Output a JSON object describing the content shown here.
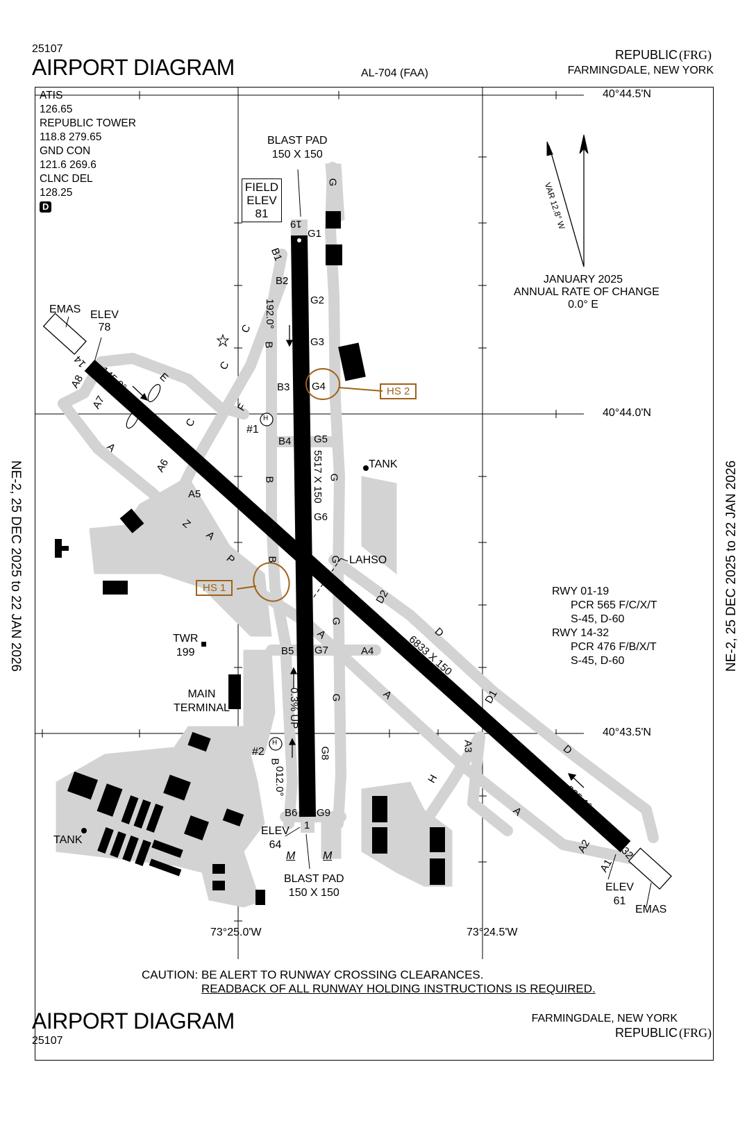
{
  "header": {
    "chart_number": "25107",
    "title": "AIRPORT DIAGRAM",
    "procedure_id": "AL-704 (FAA)",
    "airport_name": "REPUBLIC",
    "airport_id": "(FRG)",
    "location": "FARMINGDALE, NEW YORK"
  },
  "footer": {
    "title": "AIRPORT DIAGRAM",
    "chart_number": "25107",
    "location": "FARMINGDALE, NEW YORK",
    "airport_name": "REPUBLIC",
    "airport_id": "(FRG)"
  },
  "side_validity": {
    "left": "NE-2,  25 DEC 2025  to  22 JAN 2026",
    "right": "NE-2,  25 DEC 2025  to  22 JAN 2026"
  },
  "frequencies": {
    "atis_label": "ATIS",
    "atis": "126.65",
    "tower_label": "REPUBLIC TOWER",
    "tower": "118.8  279.65",
    "ground_label": "GND CON",
    "ground": "121.6  269.6",
    "clearance_label": "CLNC DEL",
    "clearance": "128.25",
    "d_badge": "D"
  },
  "field_elevation": {
    "line1": "FIELD",
    "line2": "ELEV",
    "value": "81"
  },
  "magnetic": {
    "variation": "VAR 12.8° W",
    "date": "JANUARY 2025",
    "rate_label": "ANNUAL RATE OF CHANGE",
    "rate": "0.0° E"
  },
  "latitudes": [
    "40°44.5'N",
    "40°44.0'N",
    "40°43.5'N"
  ],
  "longitudes": [
    "73°25.0'W",
    "73°24.5'W"
  ],
  "runways": {
    "rwy_01_19": {
      "dimensions": "5517 X 150",
      "heading_19": "192.0°",
      "heading_01": "012.0°",
      "end_19": "19",
      "end_01": "1",
      "slope": "0.3% UP",
      "elev_01_label": "ELEV",
      "elev_01": "64"
    },
    "rwy_14_32": {
      "dimensions": "6833 X 150",
      "heading_14": "145.0°",
      "heading_32": "325.1°",
      "end_14": "14",
      "end_32": "32",
      "elev_14_label": "ELEV",
      "elev_14": "78",
      "elev_32_label": "ELEV",
      "elev_32": "61"
    }
  },
  "blast_pad": {
    "label": "BLAST PAD",
    "size": "150 X 150"
  },
  "emas": "EMAS",
  "hot_spots": [
    "HS 1",
    "HS 2"
  ],
  "taxiways": {
    "G1": "G1",
    "G2": "G2",
    "G3": "G3",
    "G4": "G4",
    "G5": "G5",
    "G6": "G6",
    "G7": "G7",
    "G8": "G8",
    "G9": "G9",
    "G": "G",
    "B1": "B1",
    "B2": "B2",
    "B3": "B3",
    "B4": "B4",
    "B5": "B5",
    "B6": "B6",
    "B": "B",
    "A": "A",
    "A1": "A1",
    "A2": "A2",
    "A3": "A3",
    "A4": "A4",
    "A5": "A5",
    "A6": "A6",
    "A7": "A7",
    "A8": "A8",
    "C": "C",
    "D": "D",
    "D1": "D1",
    "D2": "D2",
    "E": "E",
    "F": "F",
    "H": "H",
    "Z": "Z",
    "P": "P"
  },
  "facilities": {
    "tank": "TANK",
    "tower_label": "TWR",
    "tower_height": "199",
    "terminal_1": "MAIN",
    "terminal_2": "TERMINAL",
    "heli_1": "#1",
    "heli_2": "#2",
    "heli_symbol": "H",
    "lahso": "LAHSO",
    "marker": "M"
  },
  "runway_info": {
    "rwy1": "RWY  01-19",
    "rwy1_pcr": "PCR 565 F/C/X/T",
    "rwy1_weight": "S-45, D-60",
    "rwy2": "RWY  14-32",
    "rwy2_pcr": "PCR 476 F/B/X/T",
    "rwy2_weight": "S-45, D-60"
  },
  "caution": {
    "line1": "CAUTION:  BE ALERT TO RUNWAY CROSSING CLEARANCES.",
    "line2": "READBACK OF ALL RUNWAY HOLDING INSTRUCTIONS IS REQUIRED."
  },
  "colors": {
    "taxiway": "#d3d3d3",
    "hotspot": "#a0611a",
    "runway": "#000000"
  }
}
